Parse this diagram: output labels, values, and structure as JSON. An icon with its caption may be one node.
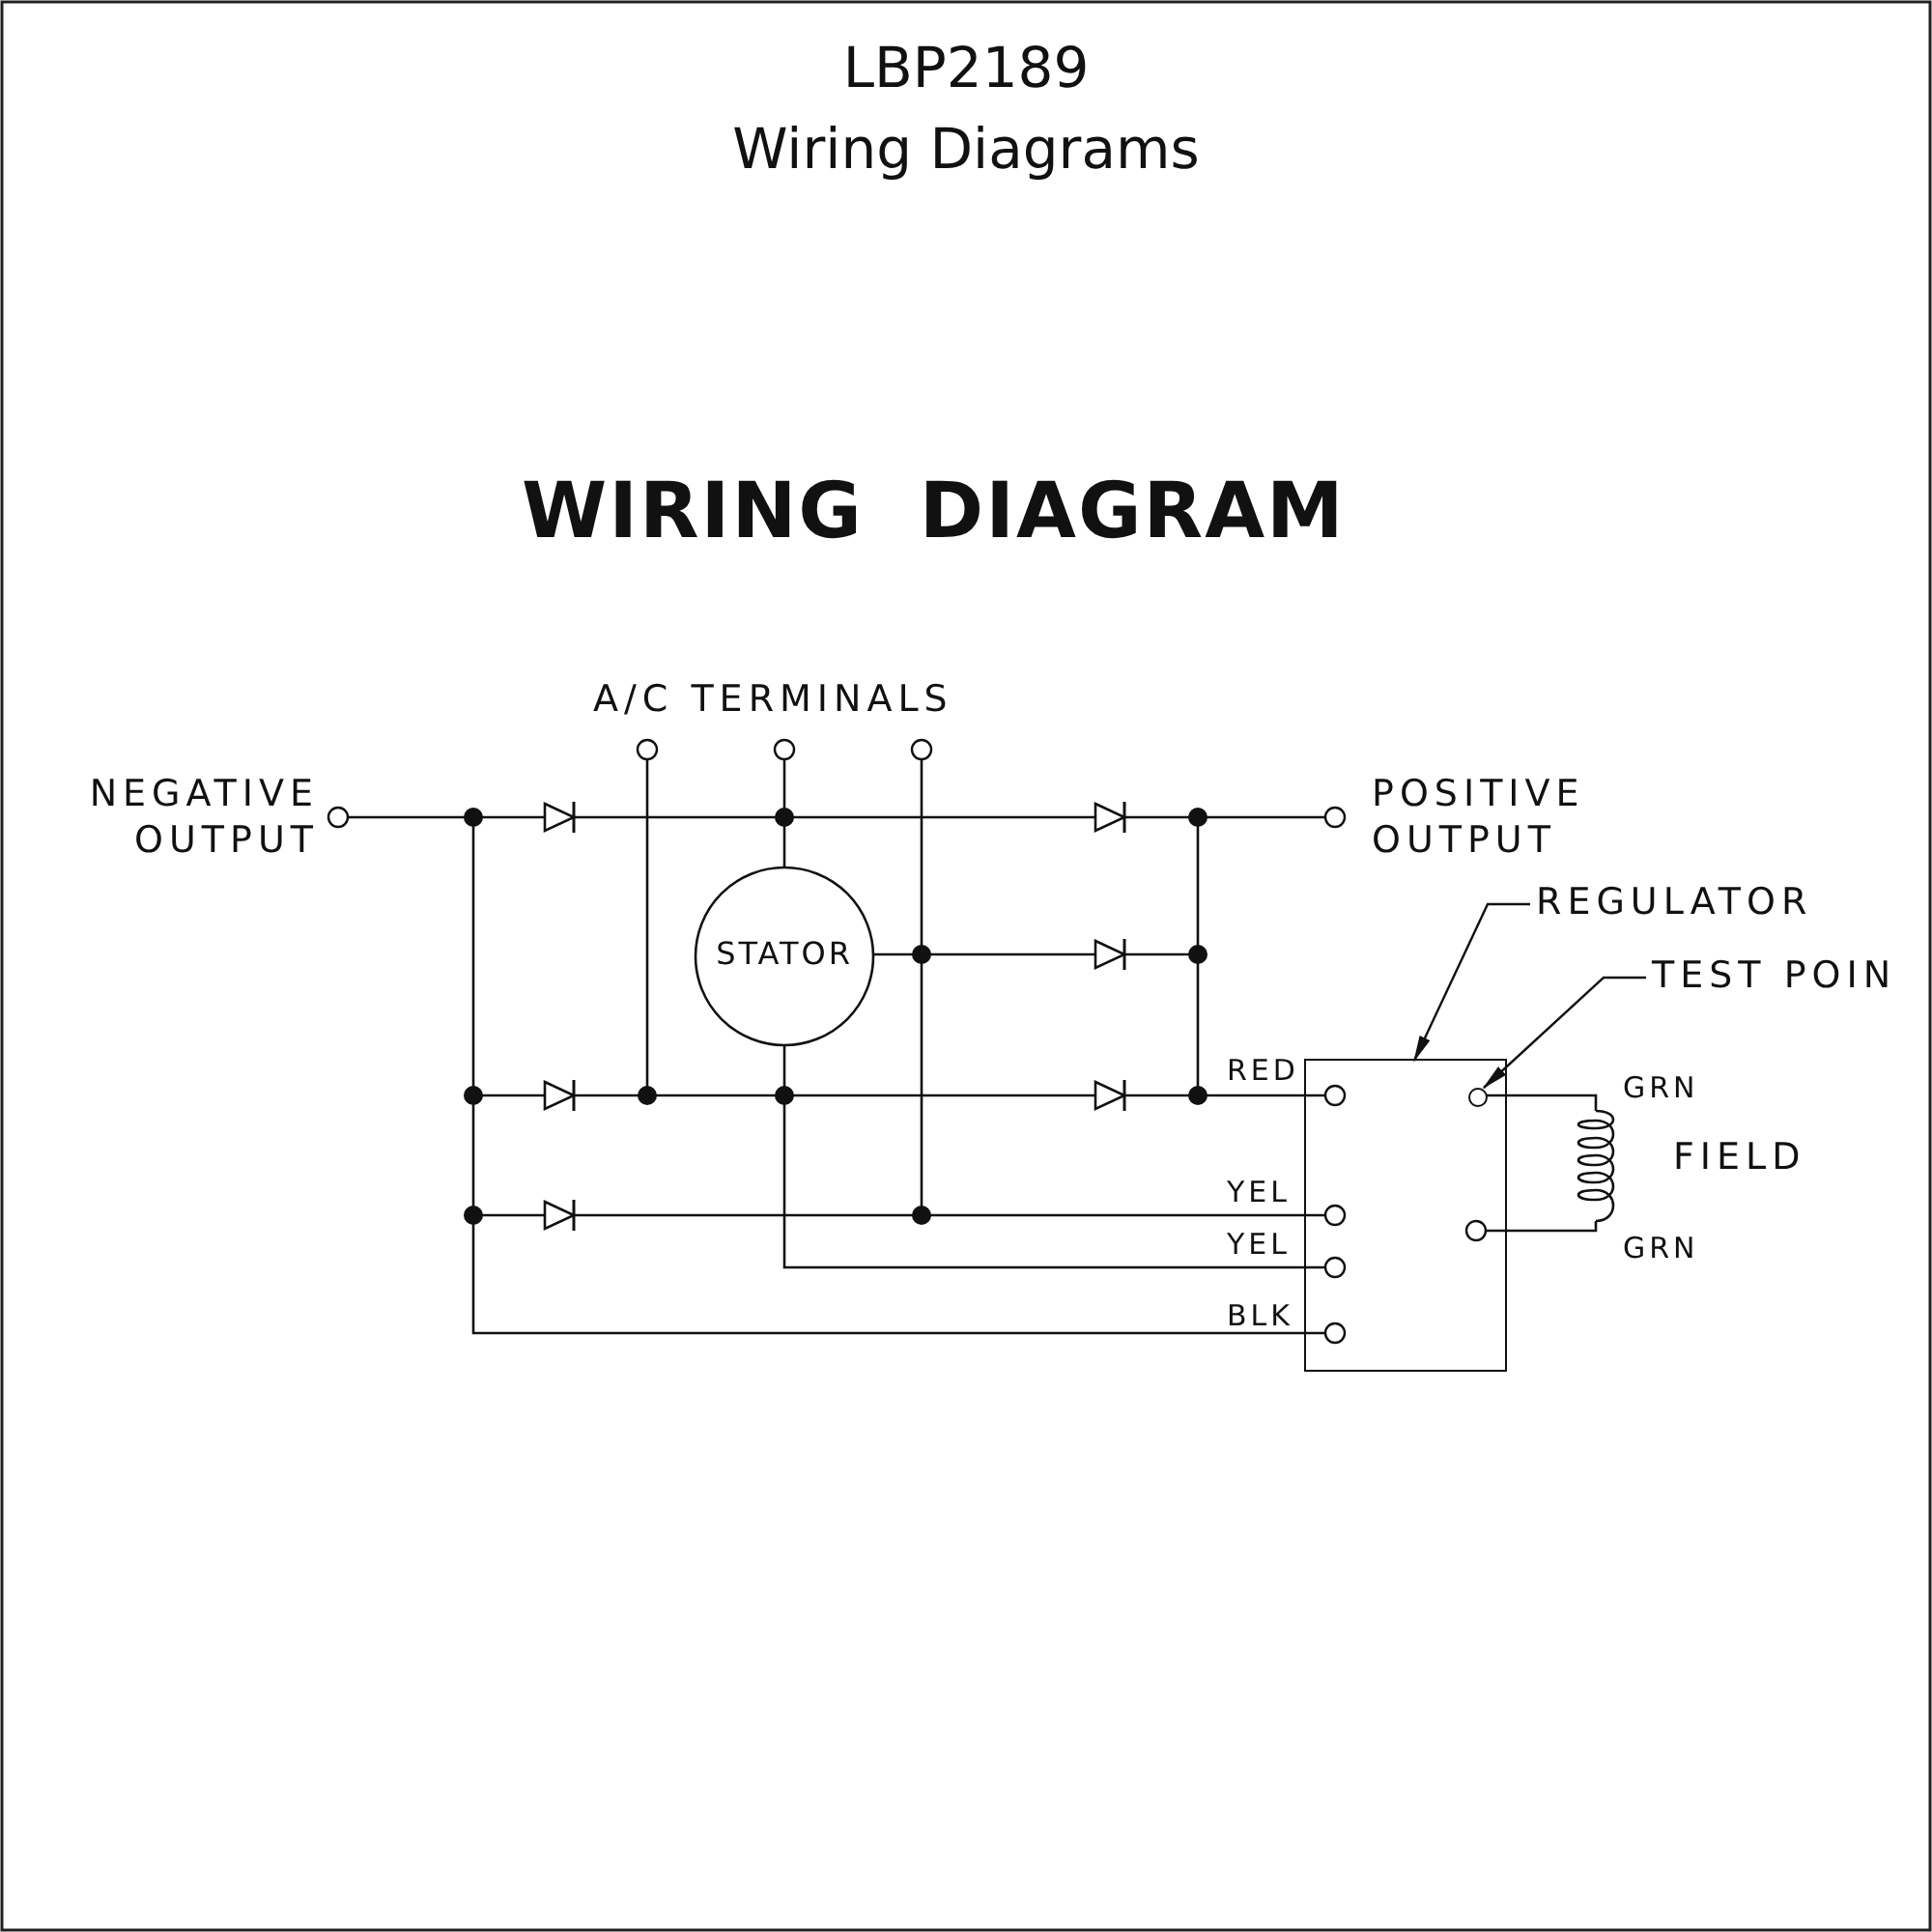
{
  "diagram": {
    "title": "LBP2189 Wiring Diagrams",
    "nodes": [
      {
        "text": [],
        "shape": "box"
      },
      {
        "text": [
          "REGULATOR"
        ]
      },
      {
        "text": [],
        "shape": "circle",
        "in": 0
      },
      {
        "text": [
          "TEST POIN"
        ]
      }
    ],
    "edges": [
      {
        "from": 1,
        "to": 0,
        "arrow": "to"
      },
      {
        "from": 3,
        "to": 2,
        "arrow": "to"
      }
    ],
    "labels": [
      "WIRING DIAGRAM",
      "A/C TERMINALS",
      "NEGATIVE OUTPUT",
      "POSITIVE OUTPUT",
      "STATOR",
      "RED",
      "YEL",
      "YEL",
      "BLK",
      "GRN",
      "FIELD",
      "GRN"
    ]
  }
}
